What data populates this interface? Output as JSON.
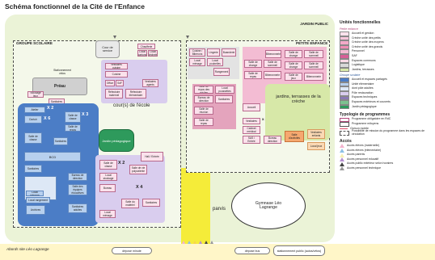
{
  "title": "Schéma fonctionnel de la Cité de l'Enfance",
  "jardin_public": "JARDIN PUBLIC",
  "groupe_scolaire": {
    "label": "GROUPE SCOLAIRE",
    "rooms": {
      "cour_service": "Cour de service",
      "chaufferie": "Chaufferie",
      "local_cartons": "Local cartons",
      "local_dechets": "Local déchets",
      "vestiaires_cuisine": "Vestiaires cuisine",
      "cuisine": "Cuisine",
      "office": "Office",
      "sdf": "SdF",
      "vestiaires_agents": "Vestiaires agents",
      "refectoire_maternel": "Réfectoire maternel",
      "refectoire_elementaire": "Réfectoire élémentaire",
      "stationnement_velos": "Stationnement vélos",
      "preau": "Préau",
      "stockage_jeux": "Stockage jeux",
      "sanitaires": "Sanitaires",
      "atelier": "Atelier",
      "dortoir": "Dortoir",
      "salle_de_classe": "Salle de classe",
      "salle_repos": "Salle de repos",
      "salle_de_classe2": "Salle de classe",
      "bcd": "BCD",
      "sanitaires2": "Sanitaires",
      "bureau_direction": "Bureau de direction",
      "salle_equipes": "Salle des équipes éducatives",
      "local_menage": "Local ménage",
      "local_rangement": "Local rangement",
      "archives": "Archives",
      "sanitaires_adultes": "Sanitaires adultes",
      "cour_ecole": "cour(s) de l'école",
      "jardin_pedagogique": "Jardin pédagogique",
      "hall_entree": "Hall / Entrée",
      "salle_classe_elem": "Salle de classe",
      "salle_polyvalente": "Salle de vie polyvalente",
      "local_stockage": "Local stockage",
      "bureau": "Bureau",
      "salle_materiel": "Salle du matériel",
      "sanitaires3": "Sanitaires",
      "local_menage2": "Local ménage"
    },
    "mult": {
      "atelier": "X 2",
      "dortoir": "X 6",
      "classe": "X 3",
      "classe_elem": "X 2",
      "polyvalente": "X 4"
    }
  },
  "petite_enfance": {
    "label": "PETITE ENFANCE",
    "rooms": {
      "cuisine_biberons": "Cuisine / Biberons",
      "lingerie": "Lingerie",
      "buanderie": "Buanderie",
      "local_menage": "Local ménage",
      "local_poubelles": "Local poubelles",
      "rangement": "Rangement",
      "biberonnerie": "Biberonnerie",
      "salle_change1": "Salle de change",
      "salle_sommeil1": "Salle de sommeil",
      "salle_change2": "Salle de change",
      "salle_sommeil2": "Salle de sommeil",
      "salle_repas1": "Salle de repas",
      "salle_change3": "Salle de change",
      "salle_sommeil3": "Salle de sommeil",
      "biberonnerie2": "Biberonnerie",
      "salle_jeux": "Salle de jeux",
      "biberonnerie3": "Biberonnerie",
      "accueil": "Accueil",
      "salle_repos_adultes": "Salle de repos des adultes",
      "bureau_direction": "Bureau de direction",
      "local_poussettes": "Local poussettes",
      "sanitaires": "Sanitaires",
      "vestiaires": "Vestiaires",
      "salle_reunion": "Salle de réunion",
      "cabinet_medical": "Cabinet médical",
      "salle_repas2": "Salle de repas",
      "jardins_terrasses": "jardins, terrasses de la crèche",
      "sas_entree": "SAS / Entrée",
      "bureau_direction2": "Bureau direction",
      "salle_activites": "Salle d'activités",
      "vestiaires_enfants": "Vestiaires enfants",
      "local_jeux": "Local jeux"
    },
    "mult": {
      "vestiaires": "x 4"
    }
  },
  "parvis": "parvis",
  "gymnase": "Gymnase Léo Lagrange",
  "bottom": {
    "abords": "Abords site Léo Lagrange",
    "depose_minute": "dépose minute",
    "depose_bus": "dépose bus",
    "stationnement": "stationnement public (autos/vélos)"
  },
  "legend": {
    "unites_title": "Unités fonctionnelles",
    "petite_enfance": "Petite enfance",
    "pe_items": [
      "Accueil et gestion",
      "Crèche unité des petits",
      "Crèche unité des moyens",
      "Crèche unité des grands",
      "Personnel",
      "SAF",
      "Espaces communs",
      "Logistique",
      "Jardins, terrasses"
    ],
    "groupe_scolaire": "Groupe scolaire",
    "gs_items": [
      "Accueil et espaces partagés",
      "Unité élémentaire",
      "dont pôle adultes",
      "Pôle restauration",
      "Espaces techniques",
      "Espaces extérieurs et couverts",
      "Jardin pédagogique"
    ],
    "typologie_title": "Typologie de programmes",
    "typo_items": [
      "Programme obligatoire en RdC",
      "Programme mitoyens",
      "Cloison mobile",
      "Possibilité de mission du programme dans les espaces de circulation"
    ],
    "acces_title": "Accès",
    "acces_items": [
      "Accès élèves (maternelle)",
      "Accès élèves (élémentaire)",
      "Accès parents",
      "Accès personnel éducatif",
      "Accès public extérieur selon horaires",
      "Accès personnel technique"
    ],
    "colors": {
      "pe": [
        "#fbe2ec",
        "#f7c6db",
        "#f3a9c8",
        "#ee8cb4",
        "#f3bcd3",
        "#d75f97",
        "#fcd9e6",
        "#d9d9d9",
        "#d7e8a8"
      ],
      "gs": [
        "#4b7dc6",
        "#b7d0ee",
        "#dde8f6",
        "#d9cdee",
        "#8a78b5",
        "#7cc18f",
        "#2e9a5c"
      ],
      "acces": [
        "#f3b4cf",
        "#8dc0e4",
        "#f7f0b5",
        "#b58fd1",
        "#444444",
        "#999999"
      ]
    }
  }
}
